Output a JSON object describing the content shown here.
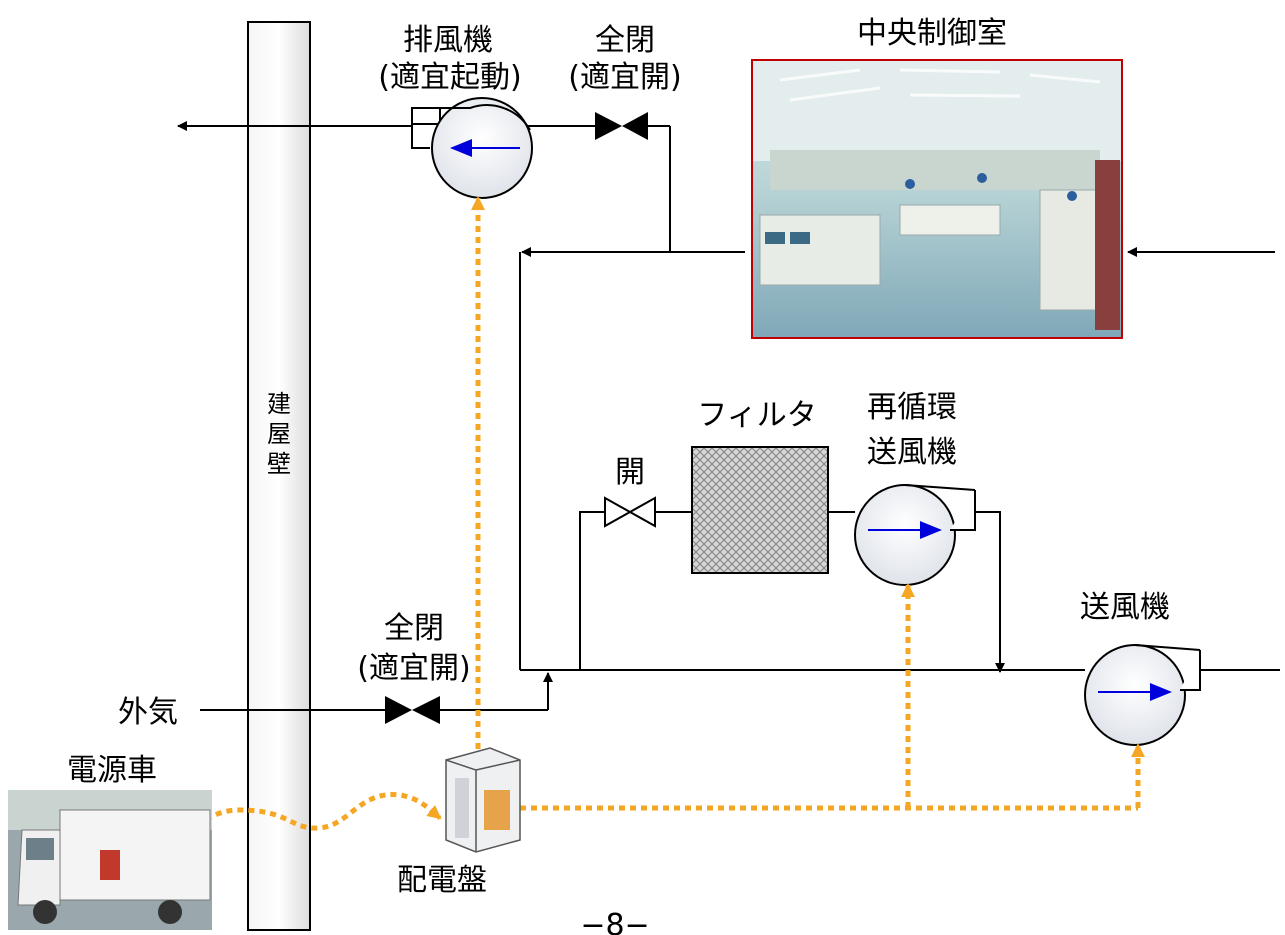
{
  "labels": {
    "exhaust_fan": [
      "排風機",
      "(適宜起動)"
    ],
    "valve_top": [
      "全閉",
      "(適宜開)"
    ],
    "control_room": "中央制御室",
    "wall": [
      "建",
      "屋",
      "壁"
    ],
    "filter": "フィルタ",
    "open": "開",
    "recirc_fan": [
      "再循環",
      "送風機"
    ],
    "supply_fan": "送風機",
    "valve_bottom": [
      "全閉",
      "(適宜開)"
    ],
    "outside_air": "外気",
    "power_vehicle": "電源車",
    "switchboard": "配電盤",
    "page_number": "−8−"
  },
  "colors": {
    "pipe": "#000000",
    "power_line": "#f5a623",
    "flow_arrow": "#0000dd",
    "control_room_border": "#c00000",
    "fan_fill": "#f2f4f7"
  }
}
